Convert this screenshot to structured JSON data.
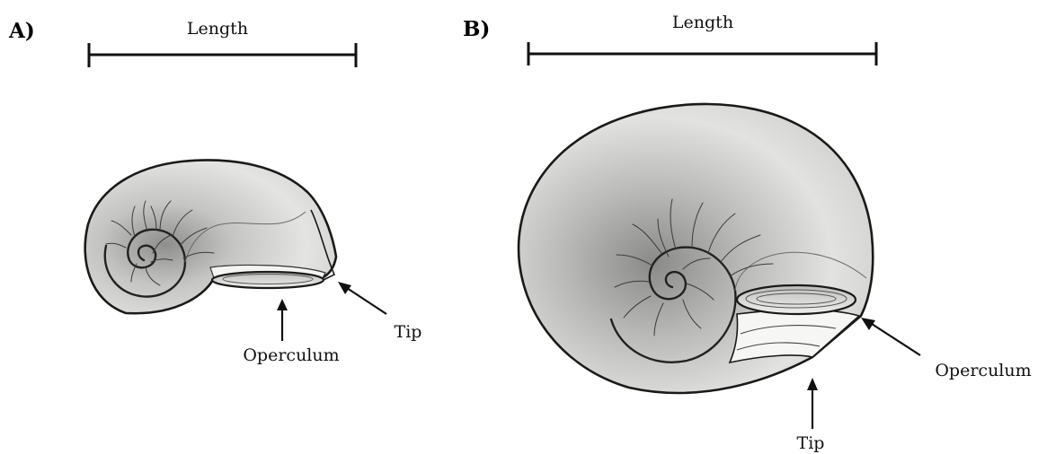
{
  "panels": [
    {
      "letter": "A)",
      "length_label": "Length",
      "labels": {
        "tip": "Tip",
        "operculum": "Operculum"
      }
    },
    {
      "letter": "B)",
      "length_label": "Length",
      "labels": {
        "tip": "Tip",
        "operculum": "Operculum"
      }
    }
  ],
  "colors": {
    "shell_light": "#efefee",
    "shell_mid": "#cfcfcd",
    "shell_dark": "#8e8e8c",
    "outline": "#1a1a1a",
    "operculum_fill": "#d9d9d7"
  }
}
